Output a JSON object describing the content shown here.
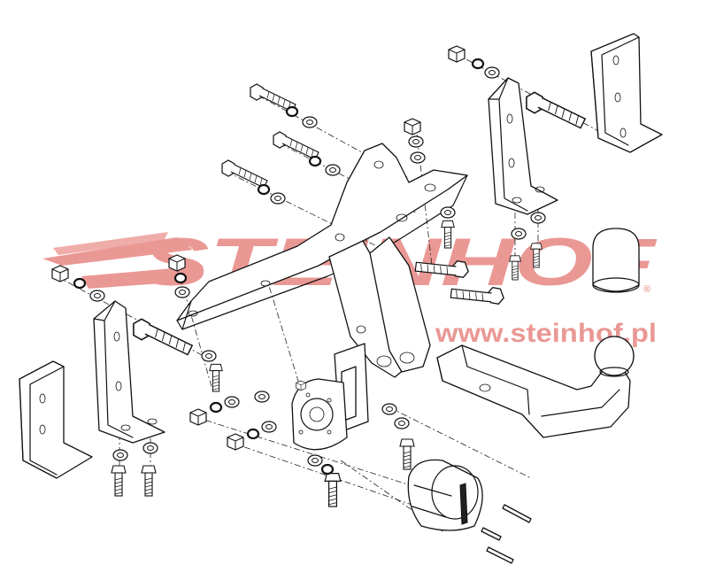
{
  "watermark": {
    "brand": "STEINHOF",
    "registered": "®",
    "url": "www.steinhof.pl",
    "color": "#d9443d",
    "opacity": 0.55
  },
  "diagram": {
    "subject": "towbar exploded assembly",
    "line_color": "#111111",
    "background": "#ffffff"
  }
}
